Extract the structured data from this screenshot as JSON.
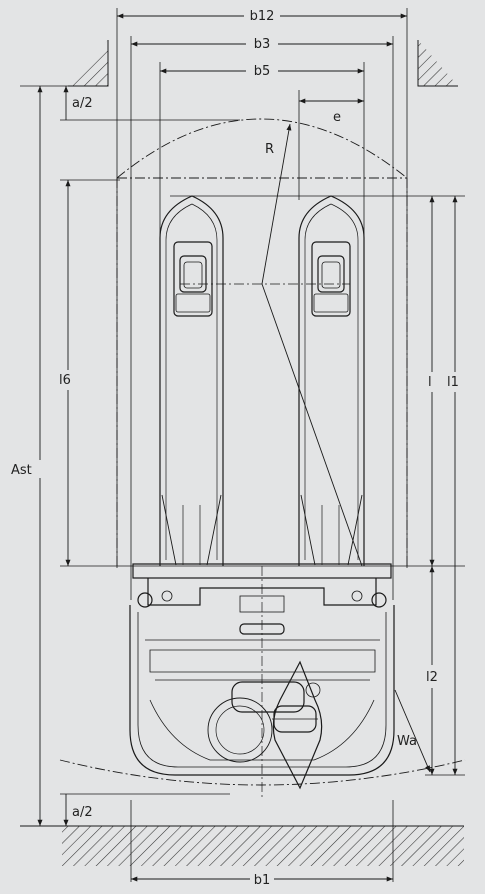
{
  "colors": {
    "background": "#e3e4e5",
    "line": "#1a1a1a",
    "hatch": "#333333"
  },
  "labels": {
    "b12": "b12",
    "b3": "b3",
    "b5": "b5",
    "e": "e",
    "a_half_top": "a/2",
    "R": "R",
    "l6": "l6",
    "l": "l",
    "l1": "l1",
    "Ast": "Ast",
    "l2": "l2",
    "Wa": "Wa",
    "a_half_bottom": "a/2",
    "b1": "b1"
  }
}
